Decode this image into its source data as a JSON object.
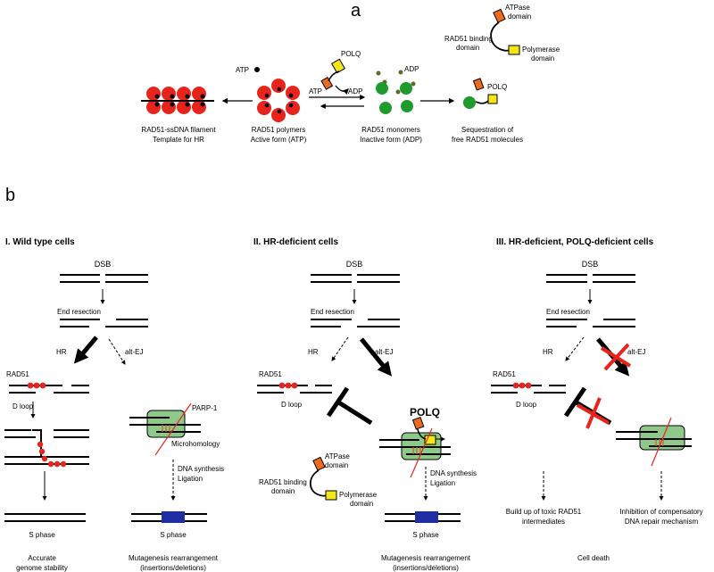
{
  "panel_a": {
    "label": "a",
    "atp": "ATP",
    "polq": "POLQ",
    "atp_eq": "ATP",
    "adp_eq": "ADP",
    "adp": "ADP",
    "domain_atpase": "ATPase",
    "domain_atpase2": "domain",
    "domain_rad51_1": "RAD51 binding",
    "domain_rad51_2": "domain",
    "domain_pol": "Polymerase",
    "domain_pol2": "domain",
    "polq2": "POLQ",
    "filament_1": "RAD51-ssDNA filament",
    "filament_2": "Template for HR",
    "polymers_1": "RAD51 polymers",
    "polymers_2": "Active form (ATP)",
    "monomers_1": "RAD51 monomers",
    "monomers_2": "Inactive form (ADP)",
    "seq_1": "Sequestration of",
    "seq_2": "free RAD51 molecules"
  },
  "panel_b": {
    "label": "b",
    "col1": {
      "title": "I. Wild type cells",
      "dsb": "DSB",
      "resection": "End resection",
      "hr": "HR",
      "altej": "alt-EJ",
      "rad51": "RAD51",
      "dloop": "D loop",
      "parp": "PARP-1",
      "micro": "Microhomology",
      "synth": "DNA synthesis",
      "lig": "Ligation",
      "sphase_l": "S phase",
      "sphase_r": "S phase",
      "out_l1": "Accurate",
      "out_l2": "genome stability",
      "out_r1": "Mutagenesis rearrangement",
      "out_r2": "(insertions/deletions)"
    },
    "col2": {
      "title": "II. HR-deficient cells",
      "dsb": "DSB",
      "resection": "End resection",
      "hr": "HR",
      "altej": "alt-EJ",
      "rad51": "RAD51",
      "dloop": "D loop",
      "polq": "POLQ",
      "atpase1": "ATPase",
      "atpase2": "domain",
      "rb1": "RAD51 binding",
      "rb2": "domain",
      "pol1": "Polymerase",
      "pol2": "domain",
      "synth": "DNA synthesis",
      "lig": "Ligation",
      "sphase": "S phase",
      "out1": "Mutagenesis rearrangement",
      "out2": "(insertions/deletions)"
    },
    "col3": {
      "title": "III. HR-deficient, POLQ-deficient cells",
      "dsb": "DSB",
      "resection": "End resection",
      "hr": "HR",
      "altej": "alt-EJ",
      "rad51": "RAD51",
      "dloop": "D loop",
      "out_l1": "Build up of toxic RAD51",
      "out_l2": "intermediates",
      "out_r1": "Inhibition of compensatory",
      "out_r2": "DNA repair mechanism",
      "death": "Cell death"
    }
  },
  "colors": {
    "rad51_red": "#e8231c",
    "rad51_green": "#1f9a2c",
    "orange": "#ee6a1c",
    "yellow": "#f5e61a",
    "green_box": "#8fc98a",
    "blue": "#1f2ea3",
    "cross": "#e8231c"
  }
}
